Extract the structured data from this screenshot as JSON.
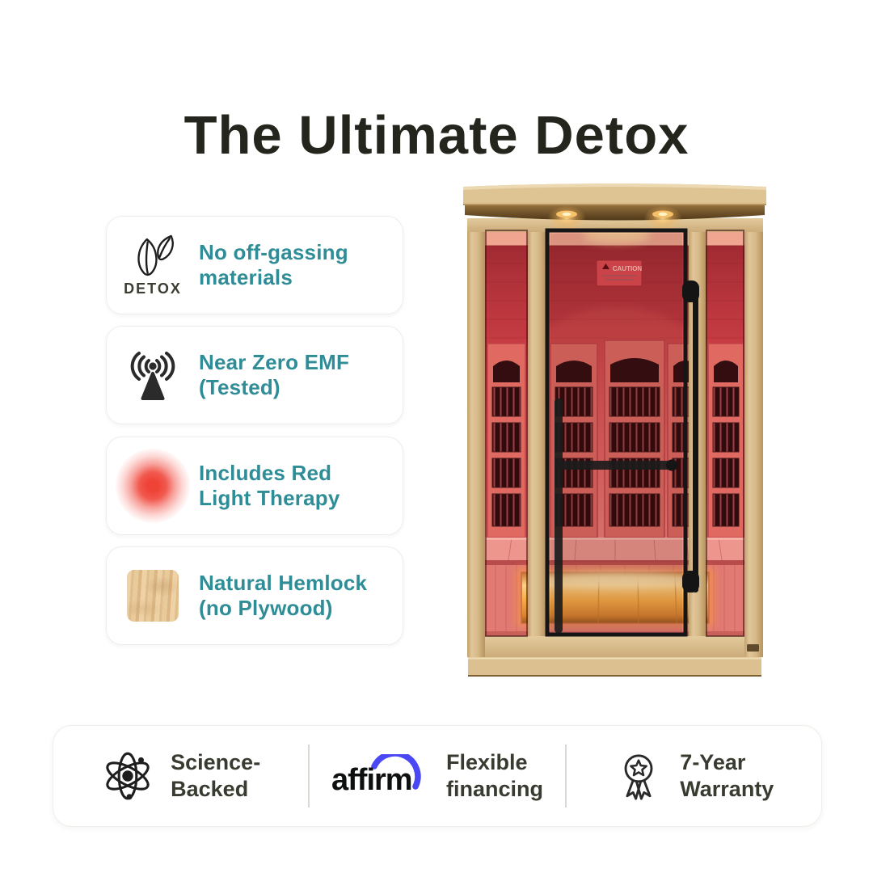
{
  "title": "The Ultimate Detox",
  "features": [
    {
      "icon": "detox-leaf-icon",
      "icon_label": "DETOX",
      "lines": [
        "No off-gassing",
        "materials"
      ]
    },
    {
      "icon": "emf-antenna-icon",
      "lines": [
        "Near Zero EMF",
        "(Tested)"
      ]
    },
    {
      "icon": "red-light-glow-icon",
      "lines": [
        "Includes Red",
        "Light Therapy"
      ]
    },
    {
      "icon": "hemlock-wood-icon",
      "lines": [
        "Natural Hemlock",
        "(no Plywood)"
      ]
    }
  ],
  "product": {
    "description": "Two-person hemlock infrared sauna with glowing red light interior",
    "caution_label": "CAUTION"
  },
  "footer": {
    "badges": [
      {
        "icon": "atom-icon",
        "lines": [
          "Science-",
          "Backed"
        ]
      },
      {
        "icon": "affirm-logo",
        "logo_text": "affirm",
        "lines": [
          "Flexible",
          "financing"
        ]
      },
      {
        "icon": "award-ribbon-icon",
        "lines": [
          "7-Year",
          "Warranty"
        ]
      }
    ]
  },
  "colors": {
    "accent_teal": "#2E8D96",
    "heading_dark": "#24251C",
    "body_dark": "#383B30",
    "affirm_blue": "#4A48F5",
    "red_glow": "#EF4337",
    "wood_light": "#DCC396",
    "interior_red": "#D94B52",
    "salt_amber": "#F5A843",
    "card_background": "#FFFFFF"
  }
}
